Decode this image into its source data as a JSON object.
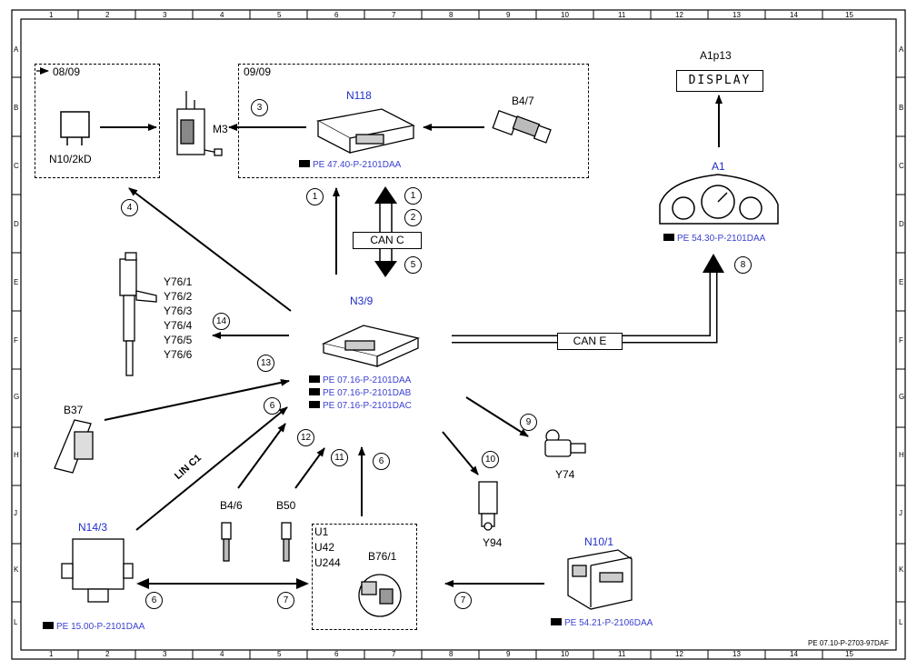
{
  "doc_ref": "PE 07.10-P-2703-97DAF",
  "grid": {
    "cols": [
      "1",
      "2",
      "3",
      "4",
      "5",
      "6",
      "7",
      "8",
      "9",
      "10",
      "11",
      "12",
      "13",
      "14",
      "15"
    ],
    "rows": [
      "A",
      "B",
      "C",
      "D",
      "E",
      "F",
      "G",
      "H",
      "J",
      "K",
      "L"
    ]
  },
  "groups": {
    "g1_label": "08/09",
    "g2_label": "09/09"
  },
  "components": {
    "n10_2kd": "N10/2kD",
    "m3": "M3",
    "n118": "N118",
    "b4_7": "B4/7",
    "a1p13": "A1p13",
    "display_text": "DISPLAY",
    "a1": "A1",
    "n3_9": "N3/9",
    "y76": [
      "Y76/1",
      "Y76/2",
      "Y76/3",
      "Y76/4",
      "Y76/5",
      "Y76/6"
    ],
    "b37": "B37",
    "y74": "Y74",
    "y94": "Y94",
    "b4_6": "B4/6",
    "b50": "B50",
    "n14_3": "N14/3",
    "u1": "U1",
    "u42": "U42",
    "u244": "U244",
    "b76_1": "B76/1",
    "n10_1": "N10/1"
  },
  "refs": {
    "n118": "PE 47.40-P-2101DAA",
    "a1": "PE 54.30-P-2101DAA",
    "n3_9": [
      "PE 07.16-P-2101DAA",
      "PE 07.16-P-2101DAB",
      "PE 07.16-P-2101DAC"
    ],
    "n14_3": "PE 15.00-P-2101DAA",
    "n10_1": "PE 54.21-P-2106DAA"
  },
  "buses": {
    "can_c": "CAN C",
    "can_e": "CAN E",
    "lin_c1": "LIN C1"
  },
  "callouts": {
    "c3": "3",
    "c4": "4",
    "c1a": "1",
    "c1b": "1",
    "c2": "2",
    "c5": "5",
    "c8": "8",
    "c14": "14",
    "c13": "13",
    "c6a": "6",
    "c12": "12",
    "c11": "11",
    "c6b": "6",
    "c9": "9",
    "c10": "10",
    "c6c": "6",
    "c7a": "7",
    "c7b": "7"
  }
}
